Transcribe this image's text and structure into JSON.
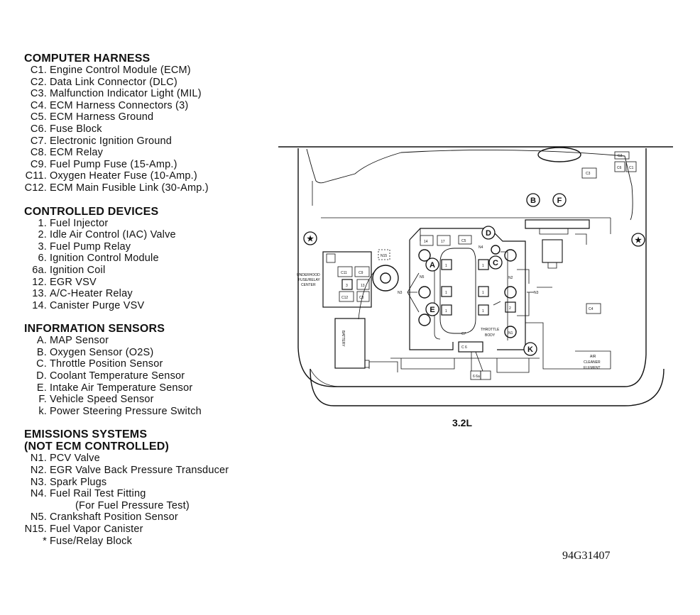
{
  "sections": [
    {
      "title": "COMPUTER HARNESS",
      "items": [
        {
          "code": "C1.",
          "text": "Engine Control Module (ECM)"
        },
        {
          "code": "C2.",
          "text": "Data Link Connector (DLC)"
        },
        {
          "code": "C3.",
          "text": "Malfunction Indicator Light (MIL)"
        },
        {
          "code": "C4.",
          "text": "ECM Harness Connectors (3)"
        },
        {
          "code": "C5.",
          "text": "ECM Harness Ground"
        },
        {
          "code": "C6.",
          "text": "Fuse Block"
        },
        {
          "code": "C7.",
          "text": "Electronic Ignition Ground"
        },
        {
          "code": "C8.",
          "text": "ECM Relay"
        },
        {
          "code": "C9.",
          "text": "Fuel Pump Fuse (15-Amp.)"
        },
        {
          "code": "C11.",
          "text": "Oxygen Heater Fuse (10-Amp.)"
        },
        {
          "code": "C12.",
          "text": "ECM Main Fusible Link (30-Amp.)"
        }
      ]
    },
    {
      "title": "CONTROLLED DEVICES",
      "items": [
        {
          "code": "1.",
          "text": "Fuel Injector"
        },
        {
          "code": "2.",
          "text": "Idle Air Control (IAC) Valve"
        },
        {
          "code": "3.",
          "text": "Fuel Pump Relay"
        },
        {
          "code": "6.",
          "text": "Ignition Control Module"
        },
        {
          "code": "6a.",
          "text": "Ignition Coil"
        },
        {
          "code": "12.",
          "text": "EGR VSV"
        },
        {
          "code": "13.",
          "text": "A/C-Heater Relay"
        },
        {
          "code": "14.",
          "text": "Canister Purge VSV"
        }
      ]
    },
    {
      "title": "INFORMATION SENSORS",
      "items": [
        {
          "code": "A.",
          "text": "MAP Sensor"
        },
        {
          "code": "B.",
          "text": "Oxygen Sensor (O2S)"
        },
        {
          "code": "C.",
          "text": "Throttle Position Sensor"
        },
        {
          "code": "D.",
          "text": "Coolant Temperature Sensor"
        },
        {
          "code": "E.",
          "text": "Intake Air Temperature Sensor"
        },
        {
          "code": "F.",
          "text": "Vehicle Speed Sensor"
        },
        {
          "code": "k.",
          "text": "Power Steering Pressure Switch"
        }
      ]
    },
    {
      "title": "EMISSIONS SYSTEMS\n(NOT ECM CONTROLLED)",
      "items": [
        {
          "code": "N1.",
          "text": "PCV Valve"
        },
        {
          "code": "N2.",
          "text": "EGR Valve Back Pressure Transducer"
        },
        {
          "code": "N3.",
          "text": "Spark Plugs"
        },
        {
          "code": "N4.",
          "text": "Fuel Rail Test Fitting"
        },
        {
          "code": "",
          "text": "(For Fuel Pressure Test)"
        },
        {
          "code": "N5.",
          "text": "Crankshaft Position Sensor"
        },
        {
          "code": "N15.",
          "text": "Fuel Vapor Canister"
        },
        {
          "code": "*",
          "text": "Fuse/Relay Block"
        }
      ]
    }
  ],
  "diagram": {
    "caption": "3.2L",
    "figure_id": "94G31407",
    "labels": {
      "underhood": "UNDERHOOD",
      "fuse_relay": "FUSE/RELAY",
      "center": "CENTER",
      "battery": "BATTERY",
      "throttle": "THROTTLE",
      "body": "BODY",
      "air": "AIR",
      "cleaner": "CLEANER",
      "element": "ELEMENT",
      "c7": "C7",
      "n15": "N15",
      "n4": "N4",
      "n5": "N5",
      "n3_left": "N3",
      "n3_right": "N3",
      "n2": "N2",
      "n1": "N1",
      "c2": "C2",
      "c3": "C3",
      "c4": "C4",
      "c5": "C5",
      "c6": "C6",
      "c1": "C1",
      "r14": "14",
      "r17": "17",
      "c11": "C11",
      "c9": "C9",
      "r3": "3",
      "r13": "13",
      "c12": "C12",
      "c8": "C8",
      "r1a": "1",
      "r1b": "1",
      "r1c": "1",
      "r1d": "1",
      "r1e": "1",
      "r1f": "1",
      "r2": "2",
      "conn": "6 6a",
      "dlc": "C 6",
      "dlc2": "6a",
      "sensors": {
        "A": "A",
        "B": "B",
        "C": "C",
        "D": "D",
        "E": "E",
        "F": "F",
        "K": "K"
      }
    }
  }
}
